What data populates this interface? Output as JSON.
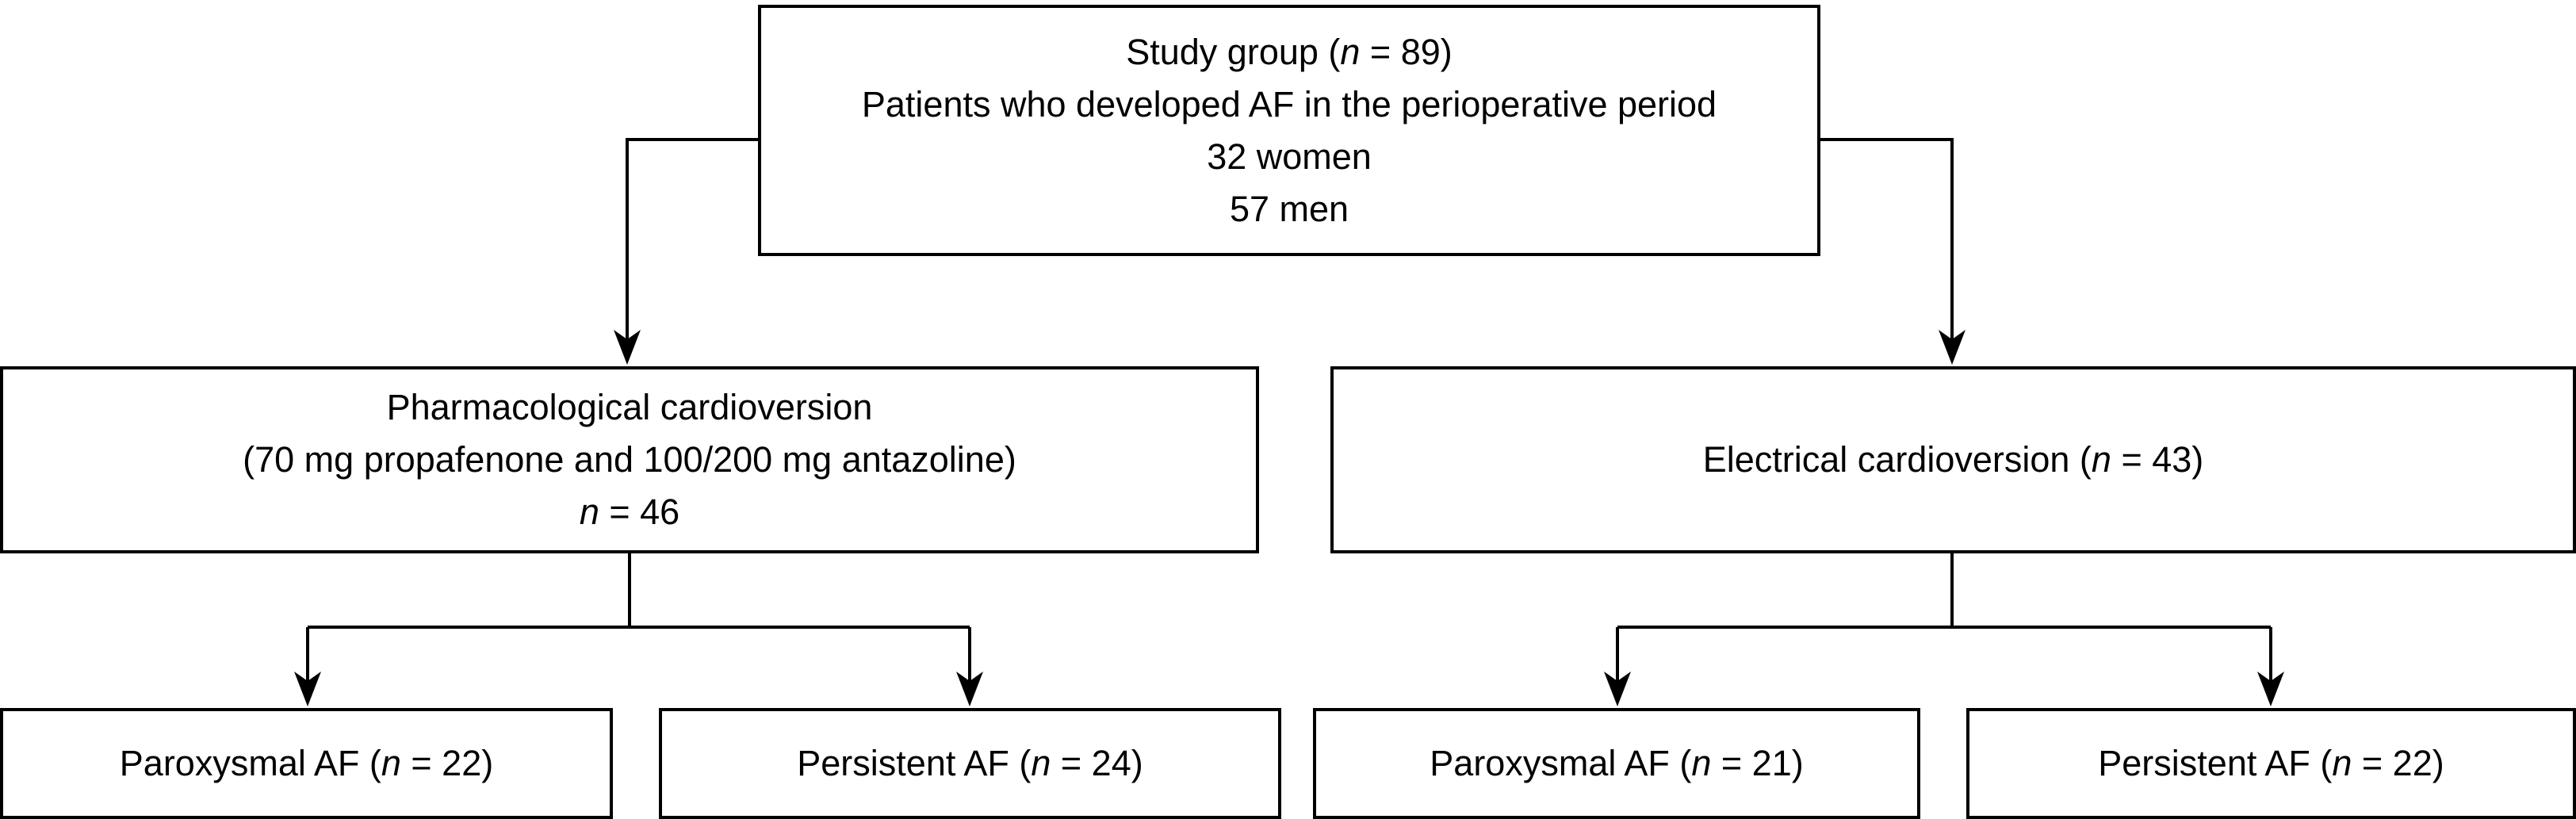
{
  "diagram": {
    "type": "flowchart",
    "description": "Patient enrollment flow diagram for atrial fibrillation cardioversion study",
    "colors": {
      "background": "#ffffff",
      "line": "#000000",
      "text": "#000000"
    },
    "nodes": {
      "study_group": {
        "lines": [
          [
            {
              "t": "Study group ("
            },
            {
              "t": "n",
              "italic": true
            },
            {
              "t": " = 89)"
            }
          ],
          [
            {
              "t": "Patients who developed AF in the perioperative period"
            }
          ],
          [
            {
              "t": "32 women"
            }
          ],
          [
            {
              "t": "57 men"
            }
          ]
        ]
      },
      "pharmacological": {
        "lines": [
          [
            {
              "t": "Pharmacological cardioversion"
            }
          ],
          [
            {
              "t": "(70 mg propafenone and 100/200 mg antazoline)"
            }
          ],
          [
            {
              "t": "n",
              "italic": true
            },
            {
              "t": " = 46"
            }
          ]
        ]
      },
      "electrical": {
        "lines": [
          [
            {
              "t": "Electrical cardioversion ("
            },
            {
              "t": "n",
              "italic": true
            },
            {
              "t": " = 43)"
            }
          ]
        ]
      },
      "paroxysmal_pharma": {
        "lines": [
          [
            {
              "t": "Paroxysmal AF ("
            },
            {
              "t": "n",
              "italic": true
            },
            {
              "t": " = 22)"
            }
          ]
        ]
      },
      "persistent_pharma": {
        "lines": [
          [
            {
              "t": "Persistent AF ("
            },
            {
              "t": "n",
              "italic": true
            },
            {
              "t": " = 24)"
            }
          ]
        ]
      },
      "paroxysmal_electrical": {
        "lines": [
          [
            {
              "t": "Paroxysmal AF ("
            },
            {
              "t": "n",
              "italic": true
            },
            {
              "t": " = 21)"
            }
          ]
        ]
      },
      "persistent_electrical": {
        "lines": [
          [
            {
              "t": "Persistent AF ("
            },
            {
              "t": "n",
              "italic": true
            },
            {
              "t": " = 22)"
            }
          ]
        ]
      }
    }
  }
}
